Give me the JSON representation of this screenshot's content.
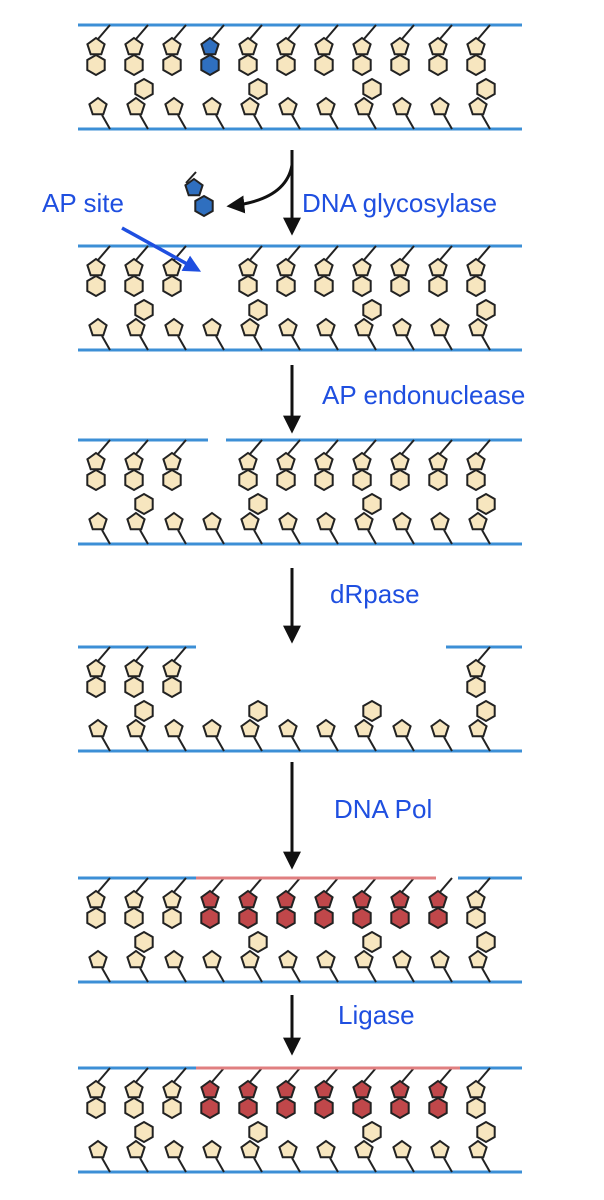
{
  "labels": {
    "ap_site": "AP site",
    "glycosylase": "DNA glycosylase",
    "endonuclease": "AP endonuclease",
    "drpase": "dRpase",
    "dna_pol": "DNA Pol",
    "ligase": "Ligase"
  },
  "colors": {
    "backbone": "#3c8fd6",
    "base_fill": "#f7e6bf",
    "damaged_base": "#2f6fbf",
    "new_base": "#c0474a",
    "new_strand": "#e07f80",
    "label_text": "#1f4fe0",
    "arrow": "#111111"
  },
  "diagram": {
    "steps": [
      "intact strand with damaged base",
      "AP site after base removal",
      "nicked backbone",
      "gapped strand",
      "gap filled with new bases",
      "sealed strand"
    ]
  }
}
